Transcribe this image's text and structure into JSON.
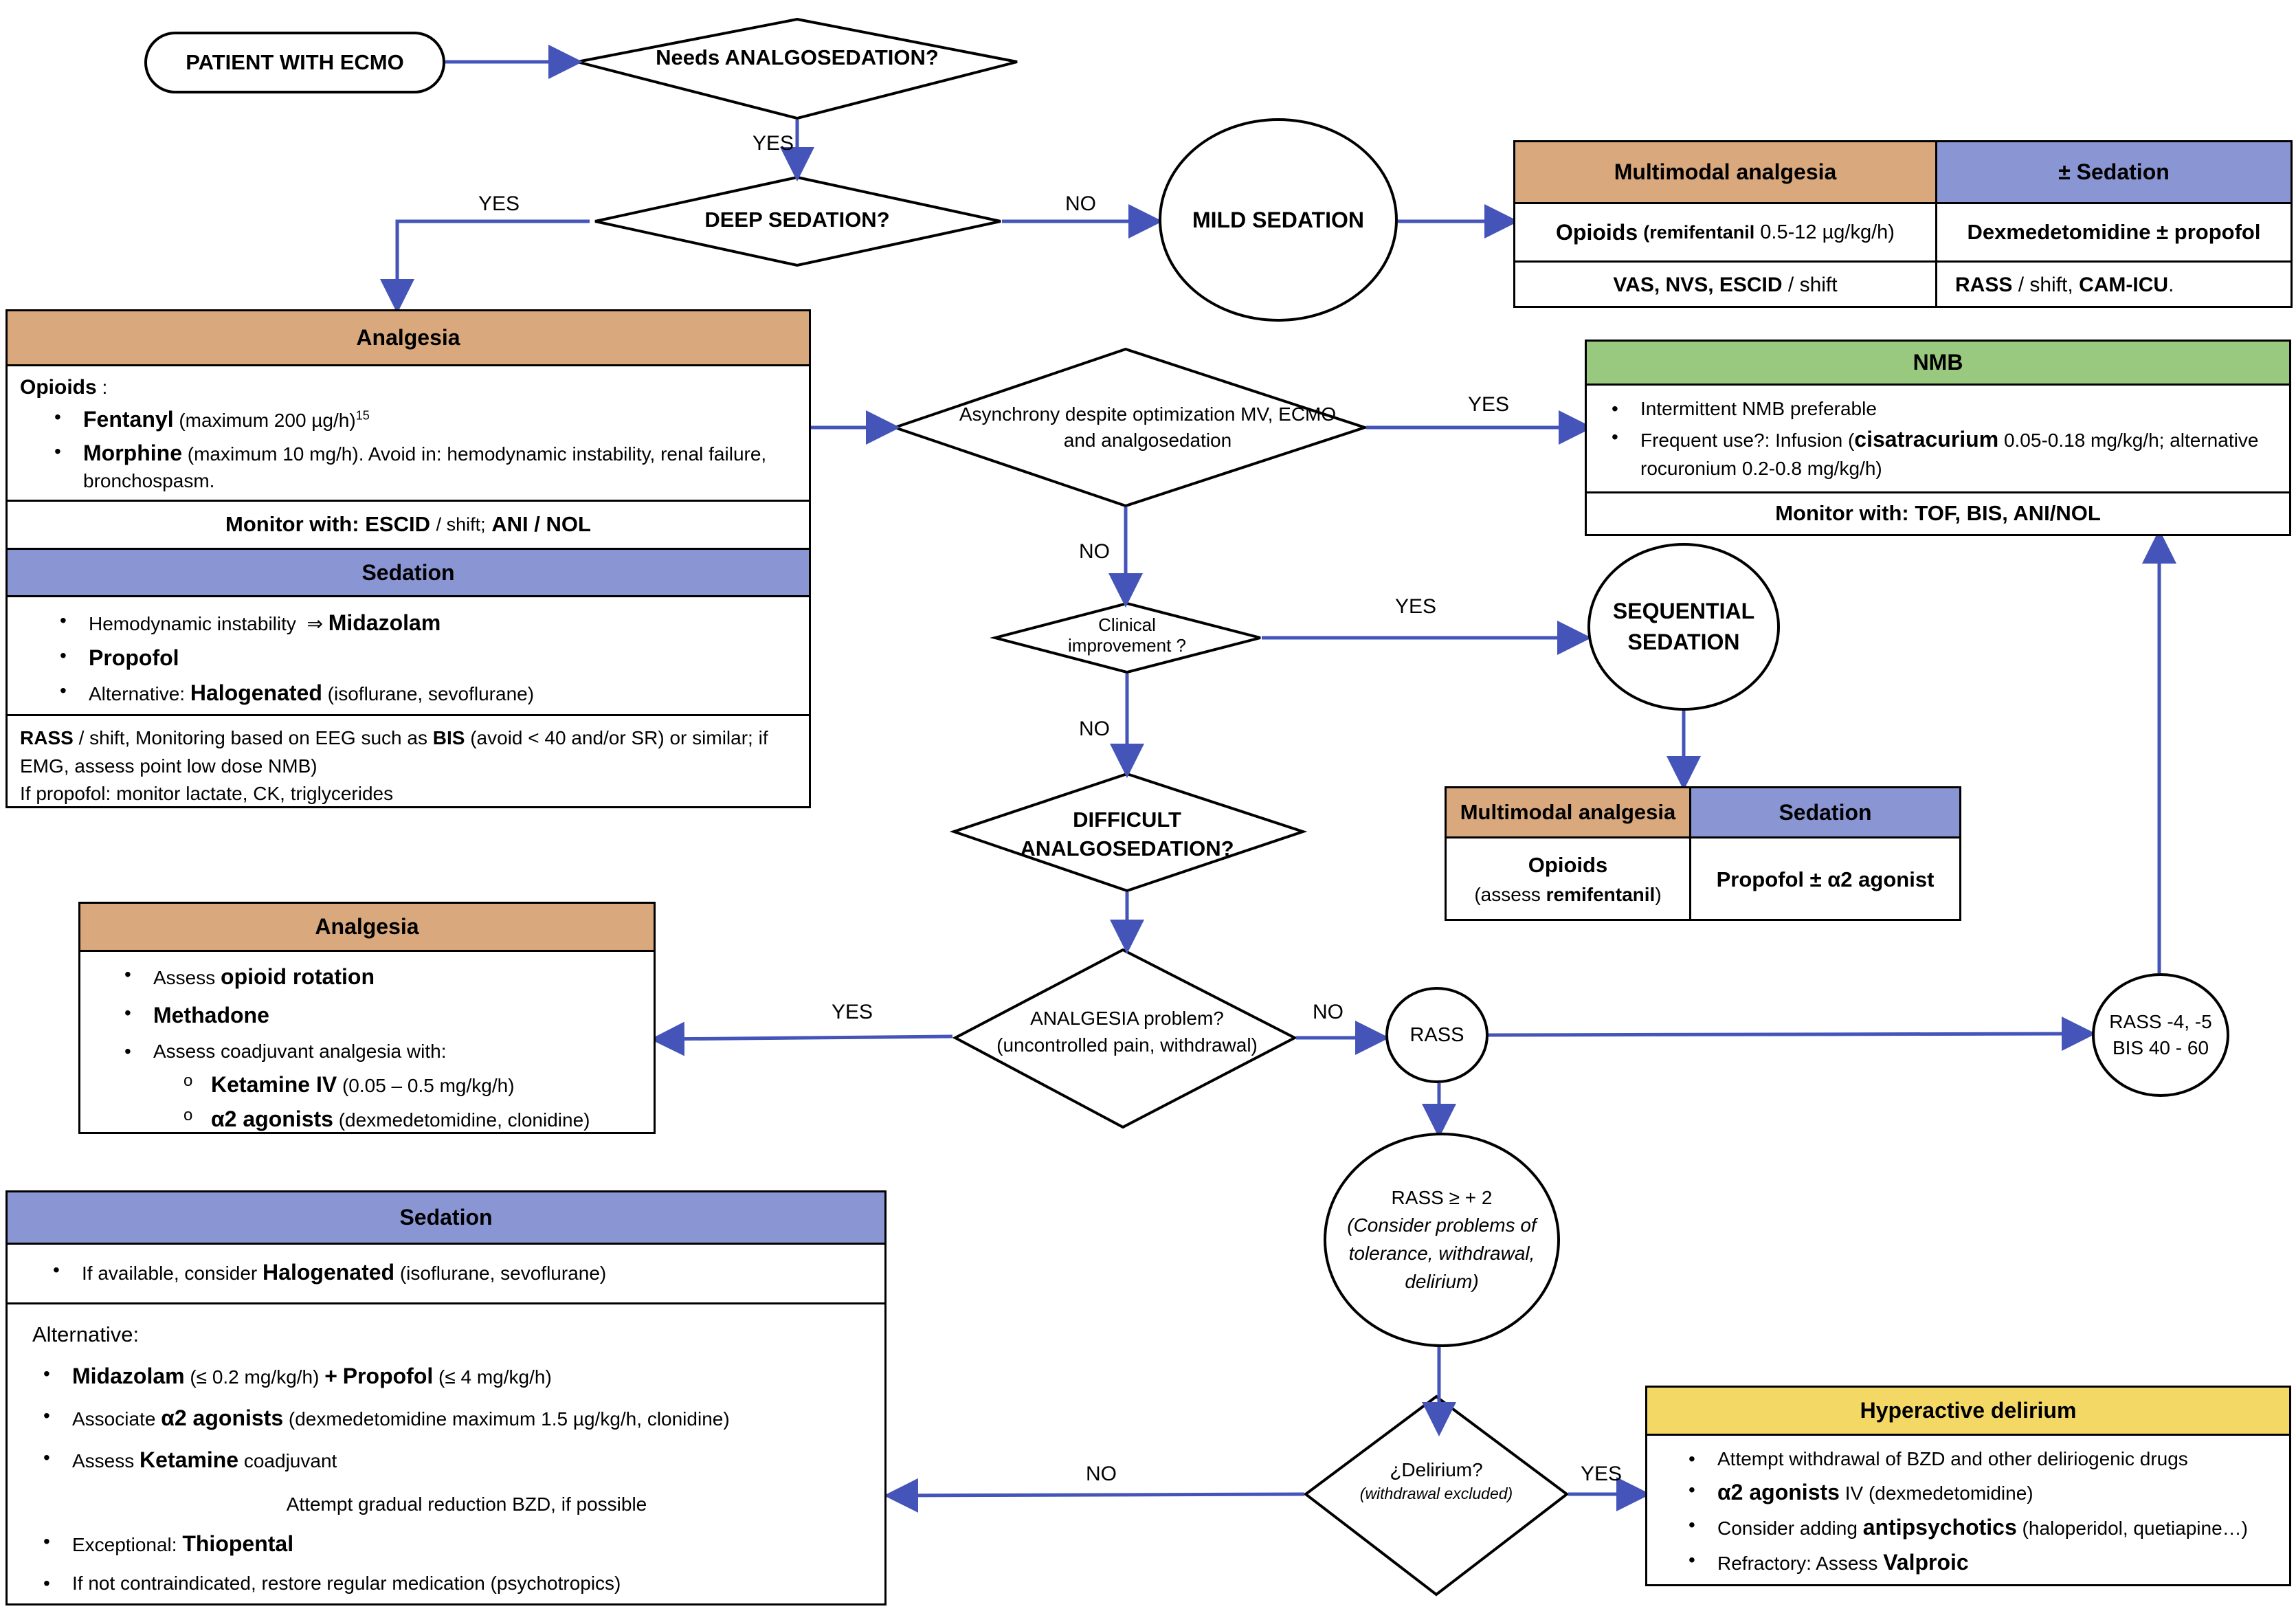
{
  "colors": {
    "arrow": "#4454b8",
    "analgesia_header": "#d9a87c",
    "sedation_header": "#8a96d4",
    "nmb_header": "#99c87f",
    "delirium_header": "#f4d865"
  },
  "nodes": {
    "patient": "PATIENT WITH ECMO",
    "needs": "Needs ANALGOSEDATION?",
    "deep": "DEEP SEDATION?",
    "mild": "MILD SEDATION",
    "asynchrony": "Asynchrony despite optimization MV, ECMO and analgosedation",
    "clinical": "Clinical improvement ?",
    "sequential": "SEQUENTIAL SEDATION",
    "difficult": "DIFFICULT ANALGOSEDATION?",
    "analgesia_problem_1": "ANALGESIA problem?",
    "analgesia_problem_2": "(uncontrolled pain, withdrawal)",
    "rass": "RASS",
    "rass_deep_1": "RASS -4, -5",
    "rass_deep_2": "BIS 40 - 60",
    "rass_agitation_1": "RASS ≥ + 2",
    "rass_agitation_2": "(Consider problems of tolerance, withdrawal, delirium)",
    "delirium_q_1": "¿Delirium?",
    "delirium_q_2": "(withdrawal excluded)"
  },
  "edge_labels": {
    "yes_1": "YES",
    "yes_2": "YES",
    "no_1": "NO",
    "yes_3": "YES",
    "no_2": "NO",
    "yes_4": "YES",
    "no_3": "NO",
    "yes_5": "YES",
    "no_4": "NO",
    "no_5": "NO",
    "yes_6": "YES"
  },
  "mild_table": {
    "analgesia_header": "Multimodal analgesia",
    "sedation_header": "± Sedation",
    "opioids_bold": "Opioids",
    "opioids_drug": "(remifentanil",
    "opioids_dose": "0.5-12 µg/kg/h)",
    "sedation_drugs": "Dexmedetomidine ± propofol",
    "analgesia_monitor_bold": "VAS, NVS, ESCID",
    "analgesia_monitor_rest": "/ shift",
    "sedation_monitor_bold": "RASS",
    "sedation_monitor_mid": "/ shift,",
    "sedation_monitor_bold2": "CAM-ICU",
    "sedation_monitor_end": "."
  },
  "deep_box": {
    "analgesia_header": "Analgesia",
    "opioids_label": "Opioids",
    "opioids_colon": ":",
    "fentanyl": "Fentanyl",
    "fentanyl_dose": "(maximum 200 µg/h)",
    "fentanyl_ref": "15",
    "morphine": "Morphine",
    "morphine_rest": "(maximum 10 mg/h). Avoid in: hemodynamic instability, renal failure, bronchospasm.",
    "monitor_label": "Monitor with:",
    "monitor_escid": "ESCID",
    "monitor_shift": "/ shift;",
    "monitor_ani": "ANI / NOL",
    "sedation_header": "Sedation",
    "hemo": "Hemodynamic instability",
    "hemo_arrow": "⇒",
    "midazolam": "Midazolam",
    "propofol": "Propofol",
    "alternative": "Alternative:",
    "halogenated": "Halogenated",
    "halogenated_rest": "(isoflurane, sevoflurane)",
    "rass": "RASS",
    "rass_rest_1": "/ shift, Monitoring based on EEG such as",
    "bis": "BIS",
    "rass_rest_2": "(avoid < 40 and/or SR) or similar; if EMG, assess point low dose NMB)",
    "propofol_monitor": "If propofol: monitor lactate, CK, triglycerides"
  },
  "nmb_box": {
    "header": "NMB",
    "item1": "Intermittent NMB preferable",
    "item2_pre": "Frequent use?: Infusion (",
    "item2_bold": "cisatracurium",
    "item2_post": "0.05-0.18 mg/kg/h; alternative rocuronium 0.2-0.8 mg/kg/h)",
    "monitor": "Monitor with: TOF, BIS, ANI/NOL"
  },
  "sequential_table": {
    "analgesia_header": "Multimodal analgesia",
    "sedation_header": "Sedation",
    "opioids": "Opioids",
    "assess_pre": "(assess",
    "remifentanil": "remifentanil",
    "assess_post": ")",
    "sedation_drugs": "Propofol ± α2 agonist"
  },
  "analgesia_problem_box": {
    "header": "Analgesia",
    "assess": "Assess",
    "opioid_rotation": "opioid rotation",
    "methadone": "Methadone",
    "coadjuvant": "Assess coadjuvant analgesia with:",
    "ketamine": "Ketamine IV",
    "ketamine_dose": "(0.05 – 0.5 mg/kg/h)",
    "a2": "α2 agonists",
    "a2_rest": "(dexmedetomidine, clonidine)"
  },
  "sedation_problem_box": {
    "header": "Sedation",
    "if_available": "If available, consider",
    "halogenated": "Halogenated",
    "halogenated_rest": "(isoflurane, sevoflurane)",
    "alternative": "Alternative:",
    "midazolam": "Midazolam",
    "midazolam_dose": "(≤ 0.2 mg/kg/h)",
    "plus": "+",
    "propofol": "Propofol",
    "propofol_dose": "(≤ 4 mg/kg/h)",
    "associate": "Associate",
    "a2": "α2 agonists",
    "a2_rest": "(dexmedetomidine maximum 1.5 µg/kg/h, clonidine)",
    "assess": "Assess",
    "ketamine": "Ketamine",
    "coadjuvant": "coadjuvant",
    "reduction": "Attempt gradual reduction BZD, if possible",
    "exceptional": "Exceptional:",
    "thiopental": "Thiopental",
    "restore": "If not contraindicated, restore regular medication (psychotropics)"
  },
  "delirium_box": {
    "header": "Hyperactive delirium",
    "item1": "Attempt withdrawal of BZD and other deliriogenic drugs",
    "a2": "α2 agonists",
    "a2_rest": "IV (dexmedetomidine)",
    "consider": "Consider adding",
    "antipsychotics": "antipsychotics",
    "antipsychotics_rest": "(haloperidol, quetiapine…)",
    "refractory": "Refractory: Assess",
    "valproic": "Valproic"
  }
}
